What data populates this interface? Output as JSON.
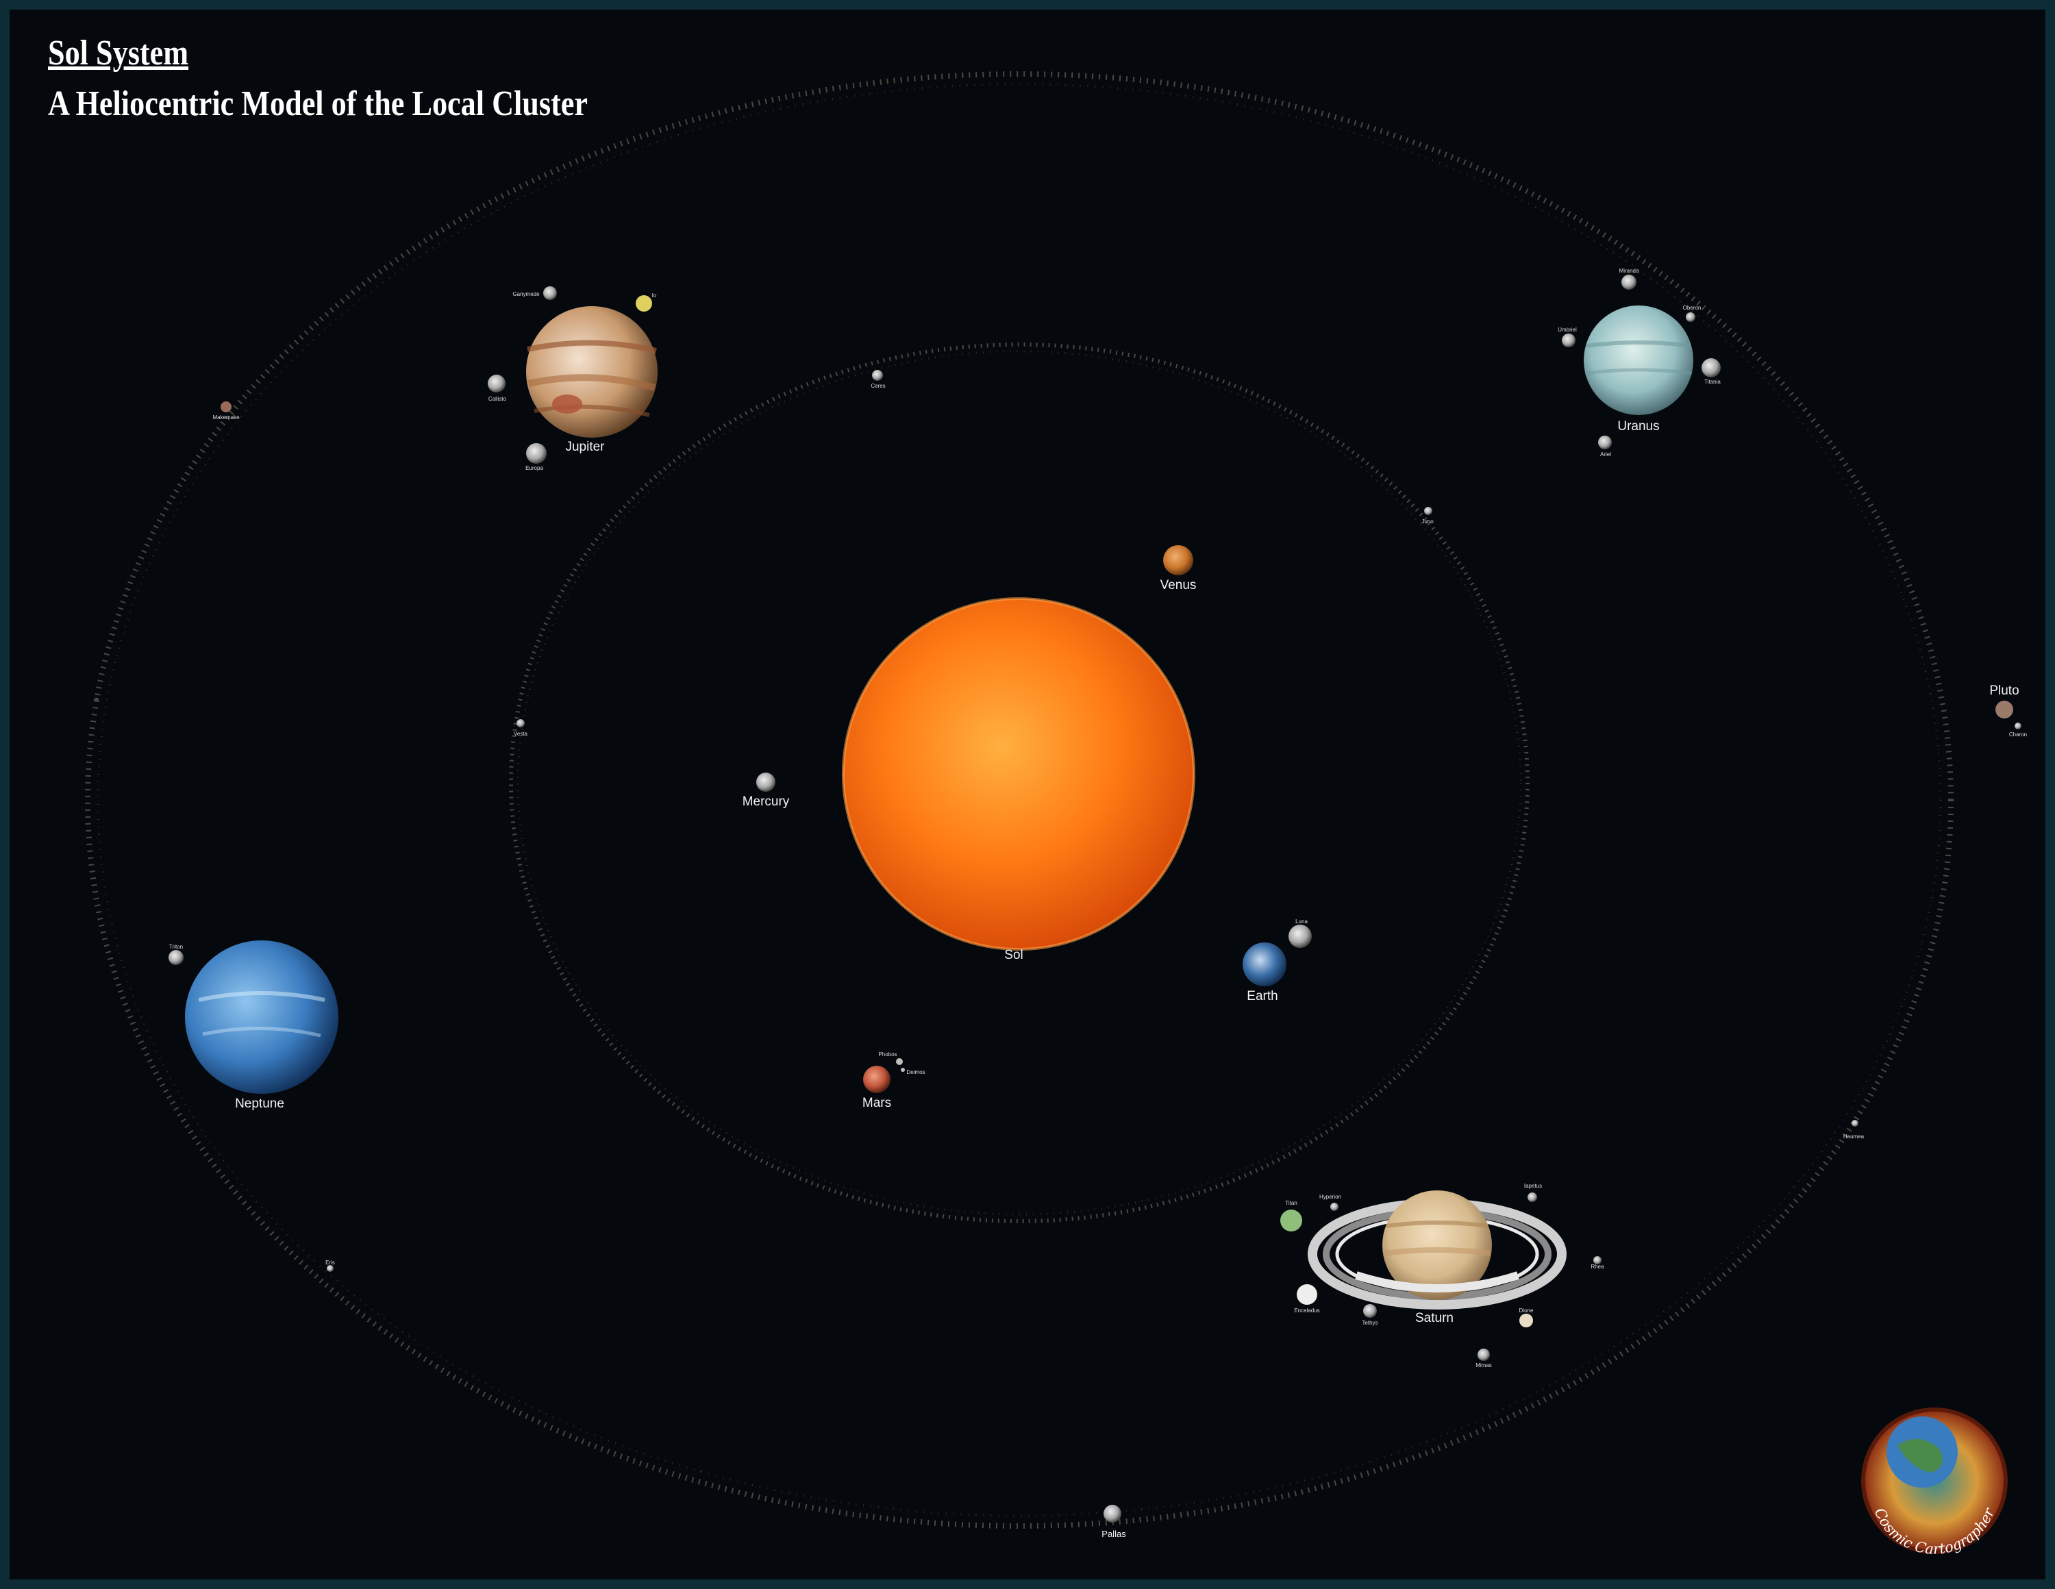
{
  "header": {
    "title": "Sol System",
    "subtitle": "A Heliocentric Model of the Local Cluster"
  },
  "colors": {
    "background": "#05080c",
    "frame": "#0d2c36",
    "sun": "#ff6a10",
    "label": "#f2f2f2"
  },
  "star": {
    "name": "Sol"
  },
  "planets": [
    {
      "name": "Mercury",
      "color": "#a9a9a9",
      "moons": []
    },
    {
      "name": "Venus",
      "color": "#c8742a",
      "moons": []
    },
    {
      "name": "Earth",
      "color": "#3a6fa8",
      "moons": [
        "Luna"
      ]
    },
    {
      "name": "Mars",
      "color": "#c0543a",
      "moons": [
        "Phobos",
        "Deimos"
      ]
    },
    {
      "name": "Jupiter",
      "color": "#c99a6e",
      "moons": [
        "Ganymede",
        "Io",
        "Callisto",
        "Europa"
      ]
    },
    {
      "name": "Saturn",
      "color": "#d6b98c",
      "moons": [
        "Titan",
        "Hyperion",
        "Iapetus",
        "Enceladus",
        "Tethys",
        "Dione",
        "Rhea",
        "Mimas"
      ]
    },
    {
      "name": "Uranus",
      "color": "#9fc7c8",
      "moons": [
        "Miranda",
        "Umbriel",
        "Oberon",
        "Titania",
        "Ariel"
      ]
    },
    {
      "name": "Neptune",
      "color": "#3a7cc0",
      "moons": [
        "Triton"
      ]
    },
    {
      "name": "Pluto",
      "color": "#9a7a6a",
      "moons": [
        "Charon"
      ]
    }
  ],
  "minor_bodies": [
    "Ceres",
    "Juno",
    "Vesta",
    "Pallas",
    "Makemake",
    "Eris",
    "Haumea"
  ],
  "seal": {
    "text": "Cosmic Cartographer",
    "icon": "globe-seal-icon"
  }
}
